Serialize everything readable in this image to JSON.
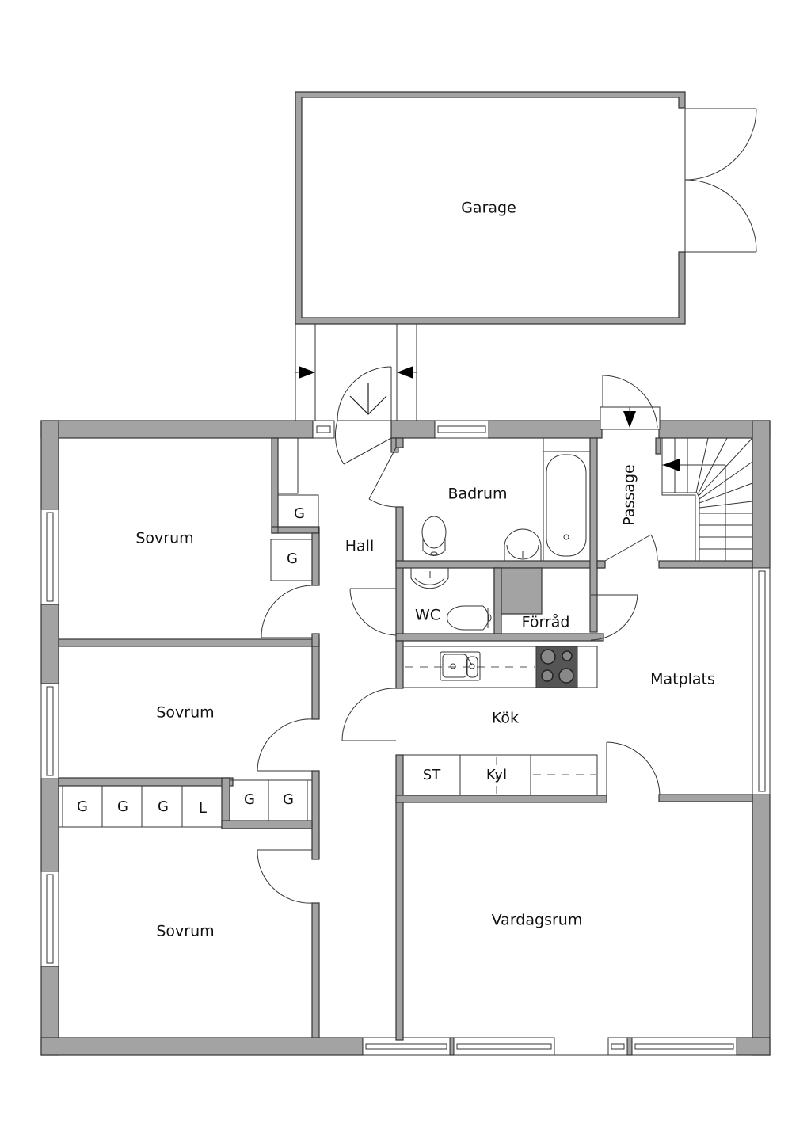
{
  "floorplan": {
    "rooms": {
      "garage": "Garage",
      "badrum": "Badrum",
      "passage": "Passage",
      "hall": "Hall",
      "sovrum_1": "Sovrum",
      "sovrum_2": "Sovrum",
      "sovrum_3": "Sovrum",
      "wc": "WC",
      "forrad": "Förråd",
      "kok": "Kök",
      "matplats": "Matplats",
      "vardagsrum": "Vardagsrum"
    },
    "fixtures": {
      "hall_closet_1": "G",
      "hall_closet_2": "G",
      "wardrobes": [
        "G",
        "G",
        "G",
        "L"
      ],
      "wardrobes_right": [
        "G",
        "G"
      ],
      "kitchen_st": "ST",
      "kitchen_kyl": "Kyl"
    },
    "colors": {
      "wall": "#a3a3a3",
      "outline": "#333333",
      "stove": "#555555"
    }
  }
}
